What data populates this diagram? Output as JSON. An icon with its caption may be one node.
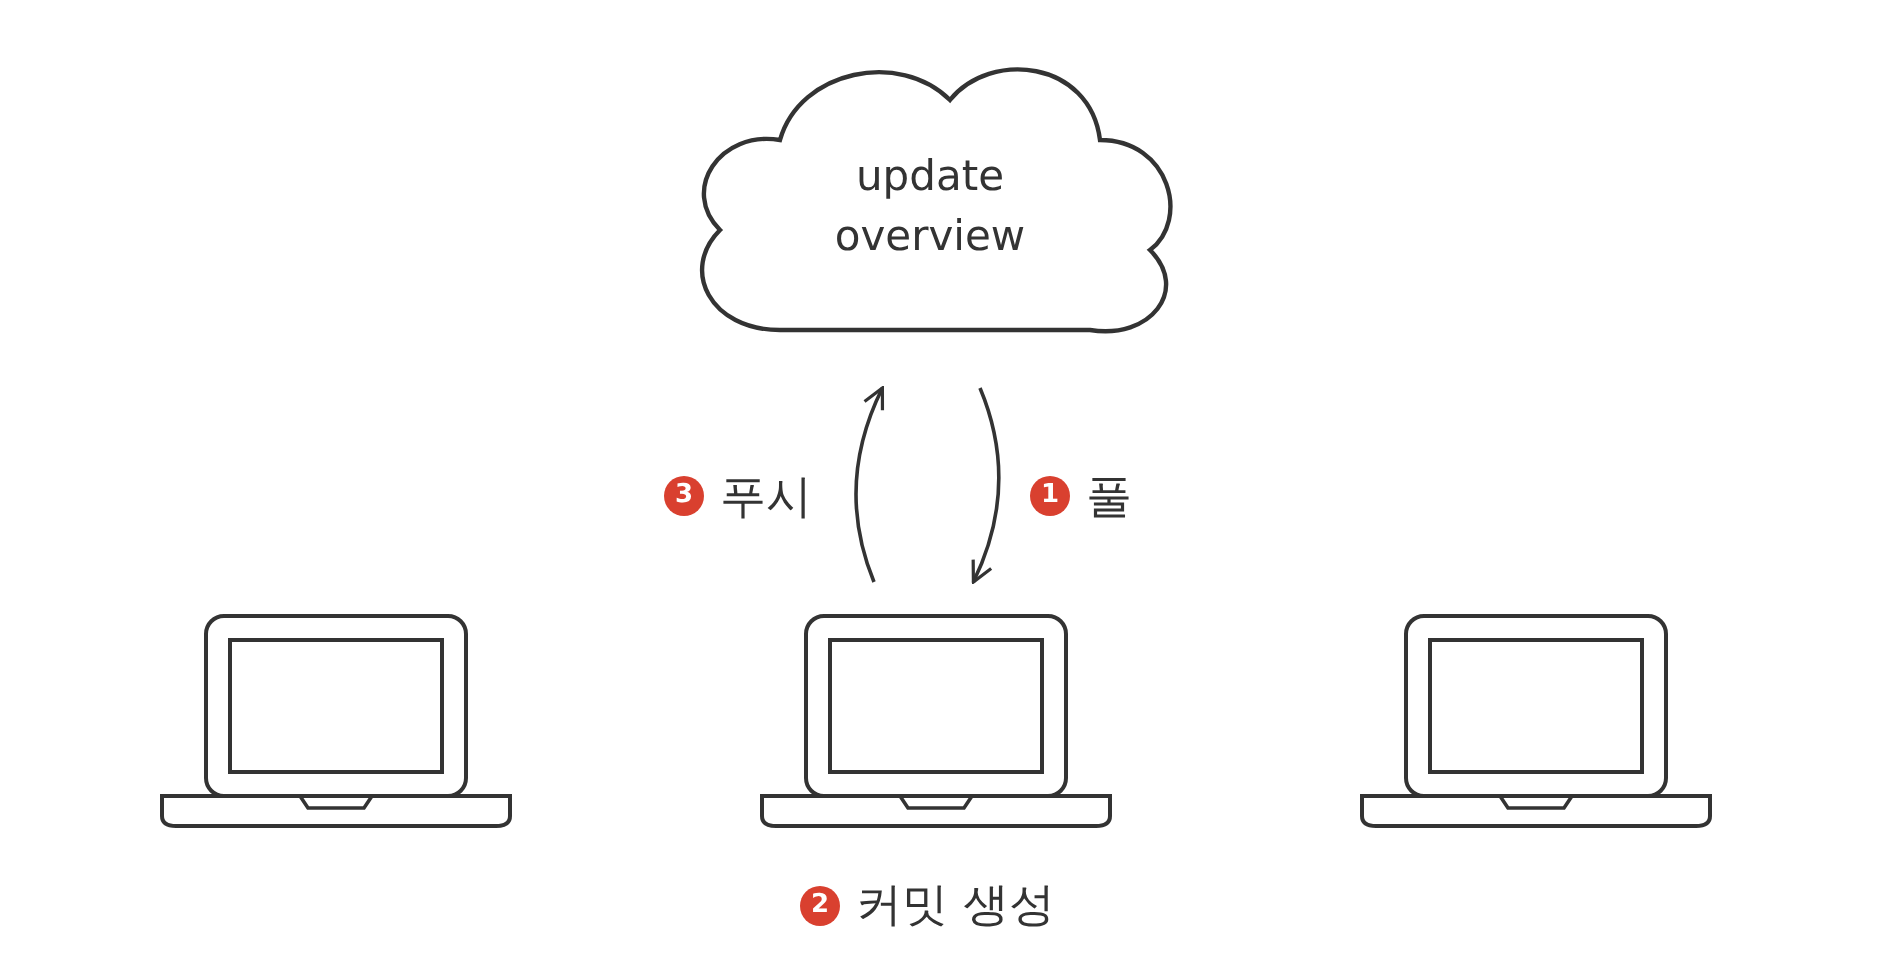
{
  "diagram": {
    "nodes": [
      {
        "text": [
          "update overview"
        ]
      },
      {
        "text": [],
        "shape": "laptop"
      },
      {
        "text": [],
        "shape": "laptop",
        "beside": [
          "2 커밋 생성"
        ]
      },
      {
        "text": [],
        "shape": "laptop"
      }
    ],
    "edges": [
      {
        "from": 2,
        "to": 0,
        "arrow": "to",
        "label": "3 푸시"
      },
      {
        "from": 0,
        "to": 2,
        "arrow": "to",
        "label": "1 풀"
      }
    ]
  }
}
